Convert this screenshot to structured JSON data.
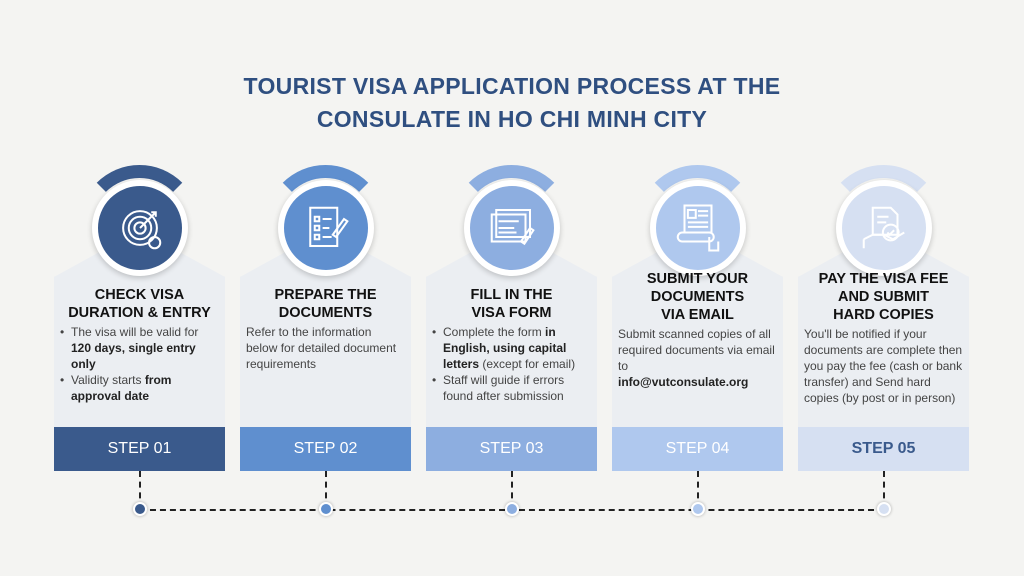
{
  "title": {
    "line1": "TOURIST VISA APPLICATION PROCESS AT THE",
    "line2": "CONSULATE IN HO CHI MINH CITY"
  },
  "steps": [
    {
      "label": "STEP 01",
      "icon": "target-gear-icon",
      "color": "#3a5a8c",
      "heading": [
        "CHECK VISA",
        "DURATION & ENTRY"
      ],
      "bullets": [
        [
          {
            "t": "The visa will be valid for "
          },
          {
            "b": "120 days, single entry only"
          }
        ],
        [
          {
            "t": "Validity starts "
          },
          {
            "b": "from approval date"
          }
        ]
      ]
    },
    {
      "label": "STEP 02",
      "icon": "checklist-pen-icon",
      "color": "#5f8fcf",
      "heading": [
        "PREPARE THE",
        "DOCUMENTS"
      ],
      "text": "Refer to the information below for detailed document requirements"
    },
    {
      "label": "STEP 03",
      "icon": "form-pen-icon",
      "color": "#8daee0",
      "heading": [
        "FILL IN THE",
        "VISA FORM"
      ],
      "bullets": [
        [
          {
            "t": "Complete the form "
          },
          {
            "b": "in English, using capital letters"
          },
          {
            "t": " (except for email)"
          }
        ],
        [
          {
            "t": "Staff will guide if errors found after submission"
          }
        ]
      ]
    },
    {
      "label": "STEP 04",
      "icon": "submit-click-icon",
      "color": "#afc8ee",
      "heading": [
        "SUBMIT YOUR",
        "DOCUMENTS",
        "VIA EMAIL"
      ],
      "text": "Submit scanned copies of all required documents via email to",
      "email": "info@vutconsulate.org"
    },
    {
      "label": "STEP 05",
      "icon": "hand-document-check-icon",
      "color": "#d6e0f2",
      "label_color": "#3a5a8c",
      "heading": [
        "PAY THE VISA FEE",
        "AND SUBMIT",
        "HARD COPIES"
      ],
      "text": "You'll be notified if your documents are complete then you pay the fee (cash or bank transfer) and Send hard copies (by post or in person)"
    }
  ]
}
